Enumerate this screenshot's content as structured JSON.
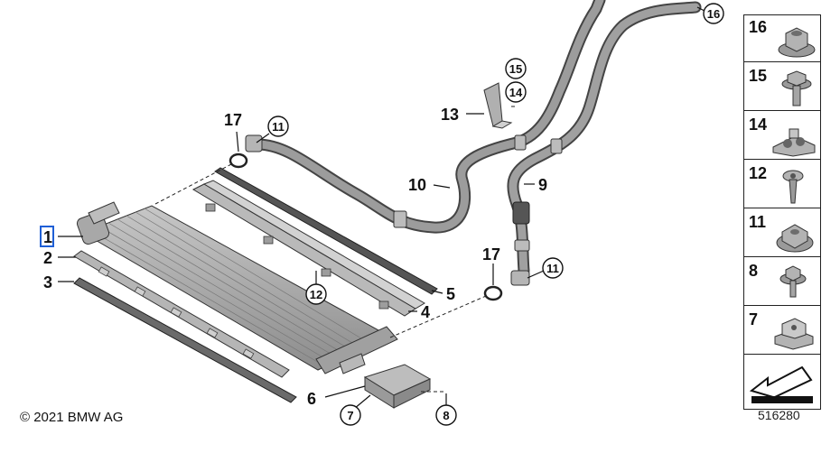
{
  "callouts": {
    "p1": "1",
    "p2": "2",
    "p3": "3",
    "p4": "4",
    "p5": "5",
    "p6": "6",
    "p7": "7",
    "p8": "8",
    "p9": "9",
    "p10": "10",
    "p11a": "11",
    "p11b": "11",
    "p12": "12",
    "p13": "13",
    "p14": "14",
    "p15": "15",
    "p16": "16",
    "p17a": "17",
    "p17b": "17"
  },
  "legend": {
    "items": [
      {
        "num": "16",
        "icon": "hex-nut-flange-icon"
      },
      {
        "num": "15",
        "icon": "hex-bolt-icon"
      },
      {
        "num": "14",
        "icon": "cable-clip-icon"
      },
      {
        "num": "12",
        "icon": "torx-screw-icon"
      },
      {
        "num": "11",
        "icon": "hex-nut-icon"
      },
      {
        "num": "8",
        "icon": "hex-screw-washer-icon"
      },
      {
        "num": "7",
        "icon": "spring-nut-icon"
      },
      {
        "num": "",
        "icon": "arrow-symbol-icon"
      }
    ]
  },
  "footer": {
    "copyright": "© 2021 BMW AG",
    "diagram_id": "516280"
  },
  "colors": {
    "line": "#222222",
    "part_fill": "#9a9a9a",
    "part_dark": "#5e5e5e",
    "highlight": "#1f5fd6"
  }
}
